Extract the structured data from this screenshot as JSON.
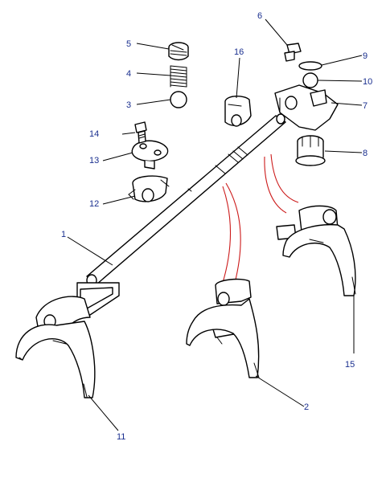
{
  "callouts": [
    {
      "id": "c1",
      "text": "1"
    },
    {
      "id": "c2",
      "text": "2"
    },
    {
      "id": "c3",
      "text": "3"
    },
    {
      "id": "c4",
      "text": "4"
    },
    {
      "id": "c5",
      "text": "5"
    },
    {
      "id": "c6",
      "text": "6"
    },
    {
      "id": "c7",
      "text": "7"
    },
    {
      "id": "c8",
      "text": "8"
    },
    {
      "id": "c9",
      "text": "9"
    },
    {
      "id": "c10",
      "text": "10"
    },
    {
      "id": "c11",
      "text": "11"
    },
    {
      "id": "c12",
      "text": "12"
    },
    {
      "id": "c13",
      "text": "13"
    },
    {
      "id": "c14",
      "text": "14"
    },
    {
      "id": "c15",
      "text": "15"
    },
    {
      "id": "c16",
      "text": "16"
    }
  ],
  "colors": {
    "label": "#1a2f8f",
    "link_line": "#cc1a1a",
    "line": "#000000"
  }
}
